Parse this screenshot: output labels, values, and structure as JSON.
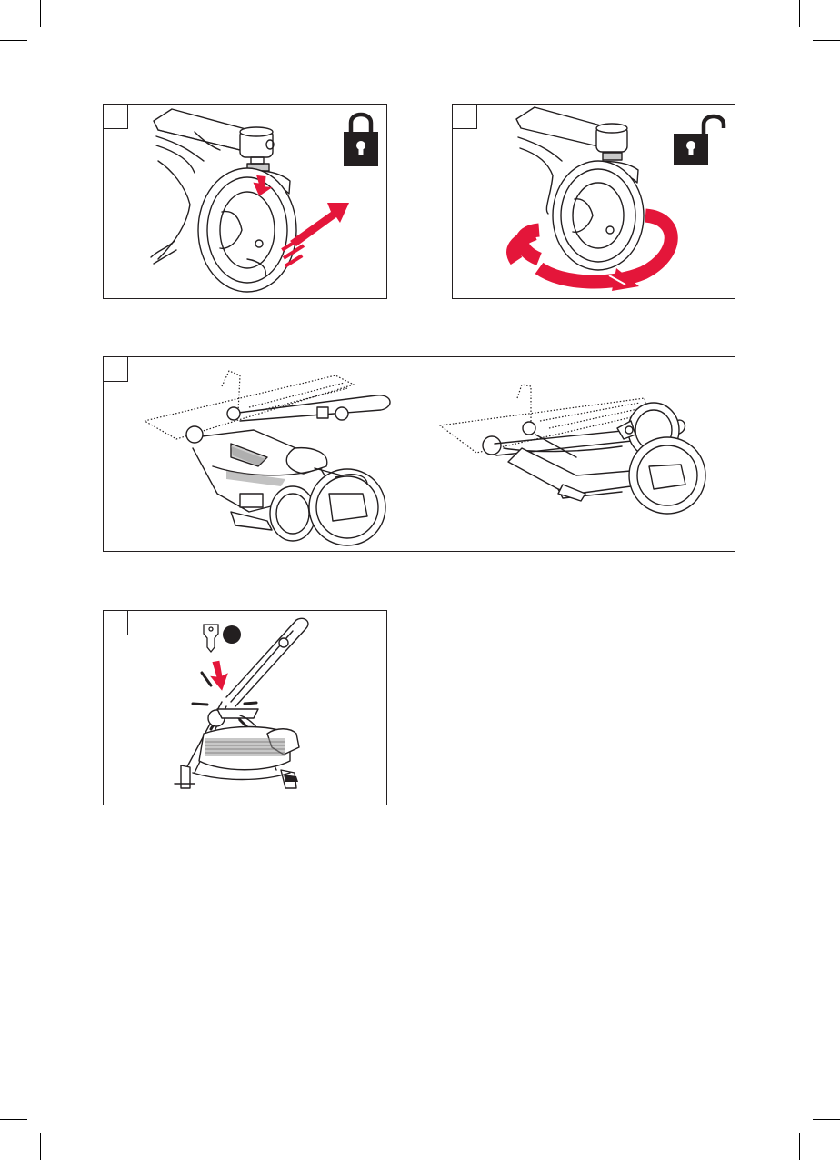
{
  "colors": {
    "line": "#231f20",
    "accent": "#e4163a",
    "paper": "#ffffff"
  },
  "panels": [
    {
      "id": "front-wheel-lock",
      "icon": "padlock-locked-icon",
      "indicator": "push-up-arrow-icon"
    },
    {
      "id": "front-wheel-swivel",
      "icon": "padlock-unlocked-icon",
      "indicator": "rotation-arrow-icon"
    },
    {
      "id": "stroller-fold",
      "icon": "",
      "indicator": ""
    },
    {
      "id": "adapter-attach",
      "icon": "car-seat-adapter-icon",
      "indicator": "press-down-arrow-icon"
    }
  ]
}
